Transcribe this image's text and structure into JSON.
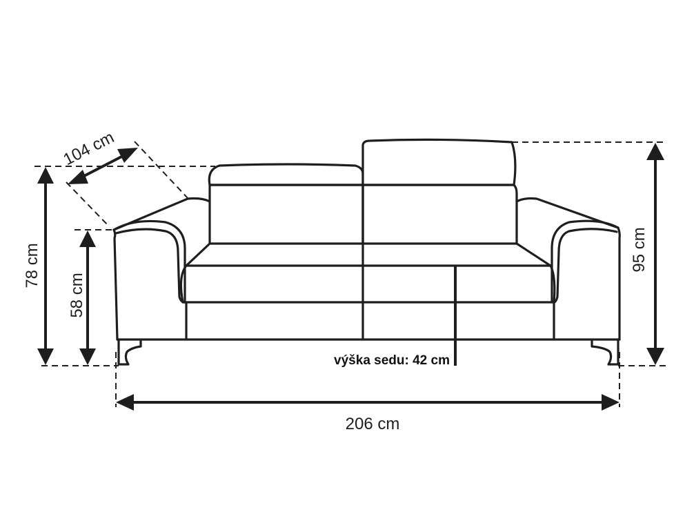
{
  "diagram": {
    "subject": "Two-seat sofa front view with dimensions",
    "dimensions": {
      "depth": "104 cm",
      "height_without_headrest": "78 cm",
      "armrest_height": "58 cm",
      "height_with_headrest": "95 cm",
      "width": "206 cm",
      "seat_height": "výška sedu: 42 cm"
    },
    "colors": {
      "line": "#1e1e1e",
      "background": "#ffffff"
    }
  }
}
